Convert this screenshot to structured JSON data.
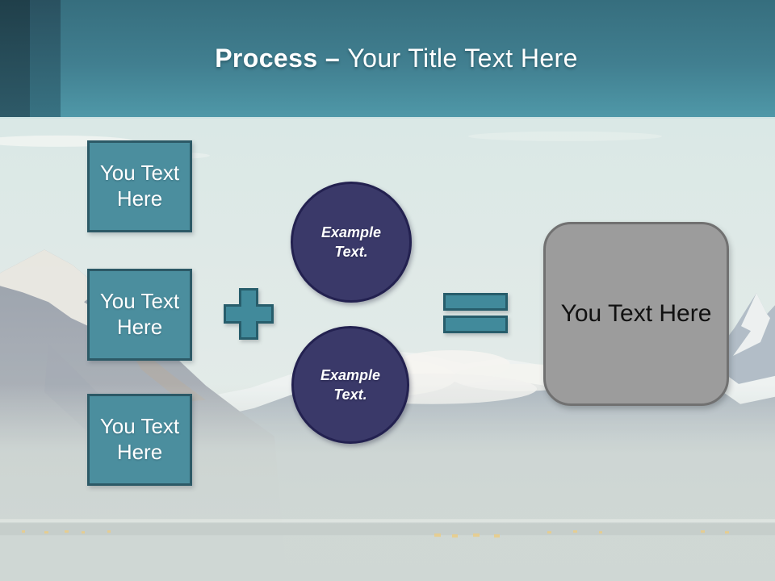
{
  "header": {
    "title_bold": "Process",
    "title_dash": "–",
    "title_rest": "Your Title Text Here"
  },
  "input_boxes": [
    {
      "label": "You Text Here"
    },
    {
      "label": "You Text Here"
    },
    {
      "label": "You Text Here"
    }
  ],
  "operators": [
    {
      "name": "plus"
    },
    {
      "name": "equals"
    }
  ],
  "circles": [
    {
      "label": "Example Text."
    },
    {
      "label": "Example Text."
    }
  ],
  "result_box": {
    "label": "You Text Here"
  },
  "background_photo": "snow-capped mountain landscape with hazy valley",
  "colors": {
    "header_top": "#366e7e",
    "header_bottom": "#4f98a8",
    "stripe_dark": "#203f4a",
    "stripe_medium": "#2a5160",
    "teal_box_fill": "#4b8e9e",
    "teal_box_border": "#2c5966",
    "operator_fill": "#418a9b",
    "operator_border": "#275d6b",
    "circle_fill": "#3a3969",
    "circle_border": "#232150",
    "result_fill": "#9c9c9c",
    "result_border": "#717171",
    "title_text": "#ffffff",
    "result_text": "#111111"
  }
}
